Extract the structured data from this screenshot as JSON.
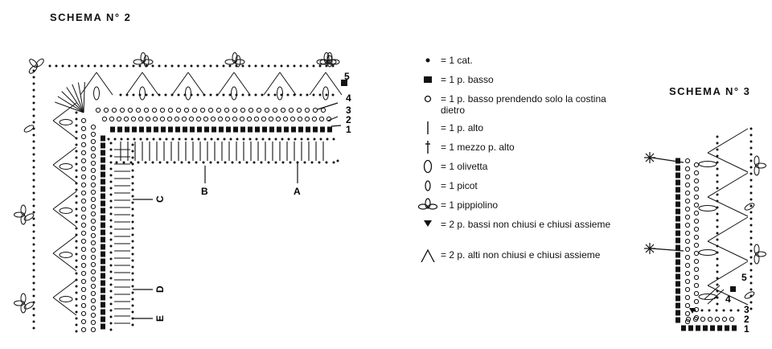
{
  "schema2": {
    "title": "SCHEMA  N° 2",
    "row_numbers": [
      "5",
      "4",
      "3",
      "2",
      "1"
    ],
    "pointers": [
      "B",
      "A",
      "C",
      "D",
      "E"
    ]
  },
  "schema3": {
    "title": "SCHEMA  N° 3",
    "row_numbers": [
      "5",
      "4",
      "3",
      "2",
      "1"
    ]
  },
  "legend": [
    {
      "icon": "chain-dot-icon",
      "text": "= 1 cat."
    },
    {
      "icon": "filled-square-icon",
      "text": "= 1 p. basso"
    },
    {
      "icon": "open-circle-icon",
      "text": "= 1 p. basso prendendo solo la costina dietro"
    },
    {
      "icon": "vertical-bar-icon",
      "text": "= 1 p. alto"
    },
    {
      "icon": "dagger-icon",
      "text": "= 1 mezzo p. alto"
    },
    {
      "icon": "oval-icon",
      "text": "= 1 olivetta"
    },
    {
      "icon": "small-oval-icon",
      "text": "= 1 picot"
    },
    {
      "icon": "three-petal-icon",
      "text": "= 1 pippiolino"
    },
    {
      "icon": "down-triangle-icon",
      "text": "= 2 p. bassi non chiusi e chiusi assieme"
    },
    {
      "icon": "caret-icon",
      "text": "= 2 p. alti non chiusi e chiusi assieme"
    }
  ]
}
